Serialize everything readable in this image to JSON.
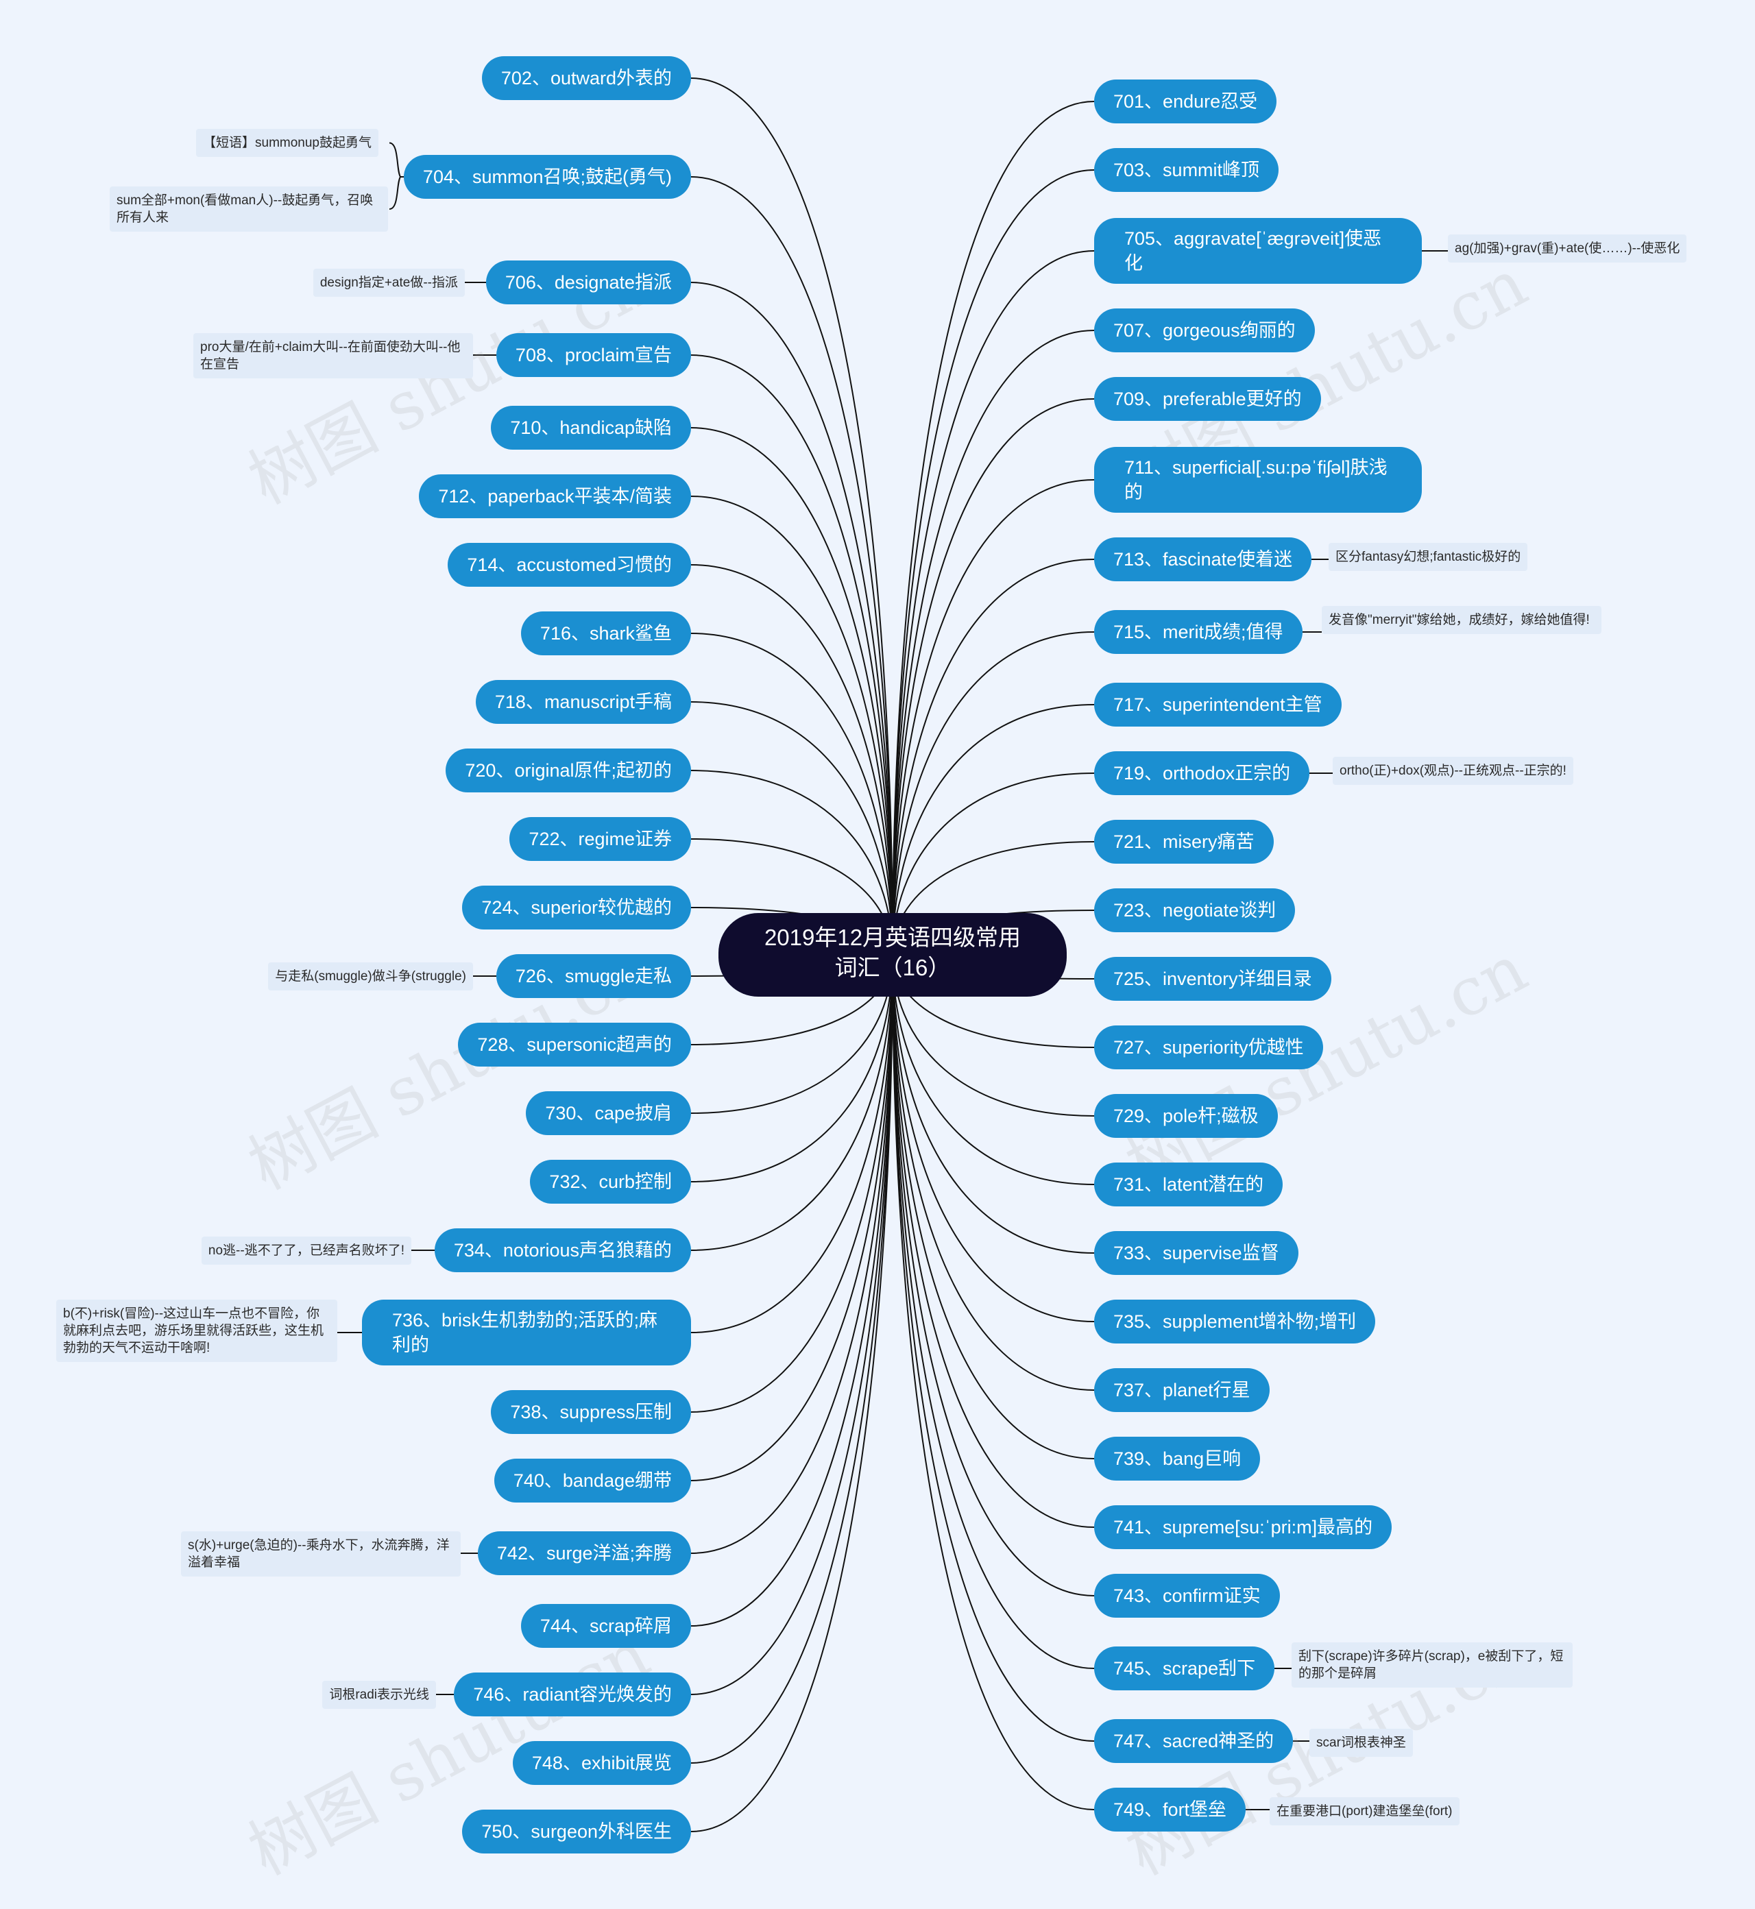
{
  "center": {
    "line1": "2019年12月英语四级常用",
    "line2": "词汇（16）"
  },
  "watermark": "树图 shutu.cn",
  "left": [
    {
      "id": "n702",
      "label": "702、outward外表的"
    },
    {
      "id": "n704",
      "label": "704、summon召唤;鼓起(勇气)"
    },
    {
      "id": "n706",
      "label": "706、designate指派",
      "note": "design指定+ate做--指派"
    },
    {
      "id": "n708",
      "label": "708、proclaim宣告",
      "note": "pro大量/在前+claim大叫--在前面使劲大叫--他在宣告"
    },
    {
      "id": "n710",
      "label": "710、handicap缺陷"
    },
    {
      "id": "n712",
      "label": "712、paperback平装本/简装"
    },
    {
      "id": "n714",
      "label": "714、accustomed习惯的"
    },
    {
      "id": "n716",
      "label": "716、shark鲨鱼"
    },
    {
      "id": "n718",
      "label": "718、manuscript手稿"
    },
    {
      "id": "n720",
      "label": "720、original原件;起初的"
    },
    {
      "id": "n722",
      "label": "722、regime证券"
    },
    {
      "id": "n724",
      "label": "724、superior较优越的"
    },
    {
      "id": "n726",
      "label": "726、smuggle走私",
      "note": "与走私(smuggle)做斗争(struggle)"
    },
    {
      "id": "n728",
      "label": "728、supersonic超声的"
    },
    {
      "id": "n730",
      "label": "730、cape披肩"
    },
    {
      "id": "n732",
      "label": "732、curb控制"
    },
    {
      "id": "n734",
      "label": "734、notorious声名狼藉的",
      "note": "no逃--逃不了了，已经声名败坏了!"
    },
    {
      "id": "n736",
      "label": "736、brisk生机勃勃的;活跃的;麻利的",
      "note": "b(不)+risk(冒险)--这过山车一点也不冒险，你就麻利点去吧，游乐场里就得活跃些，这生机勃勃的天气不运动干啥啊!"
    },
    {
      "id": "n738",
      "label": "738、suppress压制"
    },
    {
      "id": "n740",
      "label": "740、bandage绷带"
    },
    {
      "id": "n742",
      "label": "742、surge洋溢;奔腾",
      "note": "s(水)+urge(急迫的)--乘舟水下，水流奔腾，洋溢着幸福"
    },
    {
      "id": "n744",
      "label": "744、scrap碎屑"
    },
    {
      "id": "n746",
      "label": "746、radiant容光焕发的",
      "note": "词根radi表示光线"
    },
    {
      "id": "n748",
      "label": "748、exhibit展览"
    },
    {
      "id": "n750",
      "label": "750、surgeon外科医生"
    }
  ],
  "n704_notes": [
    "【短语】summonup鼓起勇气",
    "sum全部+mon(看做man人)--鼓起勇气，召唤所有人来"
  ],
  "right": [
    {
      "id": "n701",
      "label": "701、endure忍受"
    },
    {
      "id": "n703",
      "label": "703、summit峰顶"
    },
    {
      "id": "n705",
      "label": "705、aggravate[ˈæɡrəveit]使恶化",
      "note": "ag(加强)+grav(重)+ate(使……)--使恶化"
    },
    {
      "id": "n707",
      "label": "707、gorgeous绚丽的"
    },
    {
      "id": "n709",
      "label": "709、preferable更好的"
    },
    {
      "id": "n711",
      "label": "711、superficial[.su:pəˈfiʃəl]肤浅的"
    },
    {
      "id": "n713",
      "label": "713、fascinate使着迷",
      "note": "区分fantasy幻想;fantastic极好的"
    },
    {
      "id": "n715",
      "label": "715、merit成绩;值得",
      "note": "发音像\"merryit\"嫁给她，成绩好，嫁给她值得!"
    },
    {
      "id": "n717",
      "label": "717、superintendent主管"
    },
    {
      "id": "n719",
      "label": "719、orthodox正宗的",
      "note": "ortho(正)+dox(观点)--正统观点--正宗的!"
    },
    {
      "id": "n721",
      "label": "721、misery痛苦"
    },
    {
      "id": "n723",
      "label": "723、negotiate谈判"
    },
    {
      "id": "n725",
      "label": "725、inventory详细目录"
    },
    {
      "id": "n727",
      "label": "727、superiority优越性"
    },
    {
      "id": "n729",
      "label": "729、pole杆;磁极"
    },
    {
      "id": "n731",
      "label": "731、latent潜在的"
    },
    {
      "id": "n733",
      "label": "733、supervise监督"
    },
    {
      "id": "n735",
      "label": "735、supplement增补物;增刊"
    },
    {
      "id": "n737",
      "label": "737、planet行星"
    },
    {
      "id": "n739",
      "label": "739、bang巨响"
    },
    {
      "id": "n741",
      "label": "741、supreme[su:ˈpri:m]最高的"
    },
    {
      "id": "n743",
      "label": "743、confirm证实"
    },
    {
      "id": "n745",
      "label": "745、scrape刮下",
      "note": "刮下(scrape)许多碎片(scrap)，e被刮下了，短的那个是碎屑"
    },
    {
      "id": "n747",
      "label": "747、sacred神圣的",
      "note": "scar词根表神圣"
    },
    {
      "id": "n749",
      "label": "749、fort堡垒",
      "note": "在重要港口(port)建造堡垒(fort)"
    }
  ],
  "colors": {
    "node": "#1b8fd1",
    "center": "#0f0c2e",
    "background": "#eef4fd",
    "note": "#e1ebf8",
    "line": "#111111"
  }
}
